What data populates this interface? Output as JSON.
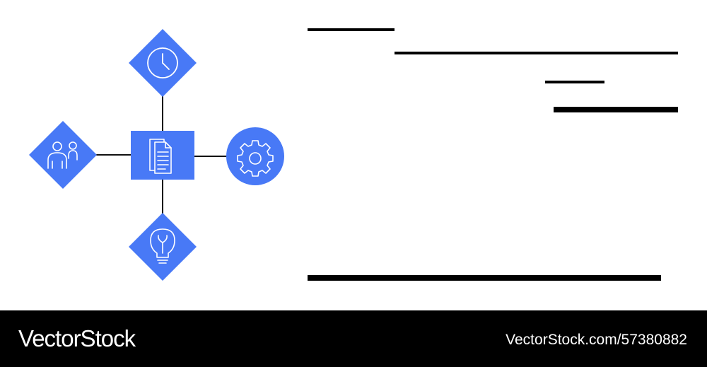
{
  "colors": {
    "node_fill": "#4879f6",
    "icon_stroke": "#ffffff",
    "connector": "#111111",
    "text_lines": "#000000",
    "footer_bg": "#000000",
    "footer_text": "#ffffff"
  },
  "diagram": {
    "center_node": {
      "shape": "square",
      "icon": "document-icon"
    },
    "satellites": [
      {
        "position": "top",
        "shape": "diamond",
        "icon": "clock-icon"
      },
      {
        "position": "left",
        "shape": "diamond",
        "icon": "users-icon"
      },
      {
        "position": "right",
        "shape": "circle",
        "icon": "gear-icon"
      },
      {
        "position": "bottom",
        "shape": "diamond",
        "icon": "lightbulb-icon"
      }
    ]
  },
  "placeholder_text_lines": 5,
  "footer": {
    "brand": "VectorStock",
    "url": "VectorStock.com/57380882"
  }
}
